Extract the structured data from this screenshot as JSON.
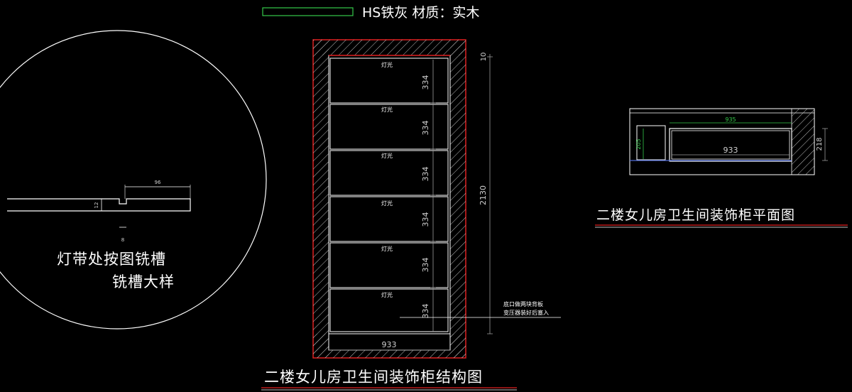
{
  "legend": {
    "material_text": "HS铁灰 材质：实木"
  },
  "detail": {
    "dim_width": "96",
    "dim_height": "12",
    "dim_gap": "8",
    "note_line1": "灯带处按图铣槽",
    "note_line2": "铣槽大样"
  },
  "elevation": {
    "title": "二楼女儿房卫生间装饰柜结构图",
    "shelf_label": "灯光",
    "shelf_height": "334",
    "top_gap": "10",
    "total_height": "2130",
    "bottom_width": "933",
    "note_line1": "底口做两块背板",
    "note_line2": "变压器装好后塞入"
  },
  "plan": {
    "title": "二楼女儿房卫生间装饰柜平面图",
    "inner_width": "933",
    "top_width": "935",
    "depth": "218",
    "side_label": "205"
  },
  "colors": {
    "background": "#000000",
    "line_white": "#ffffff",
    "line_red": "#e02020",
    "line_green": "#34c94a"
  }
}
